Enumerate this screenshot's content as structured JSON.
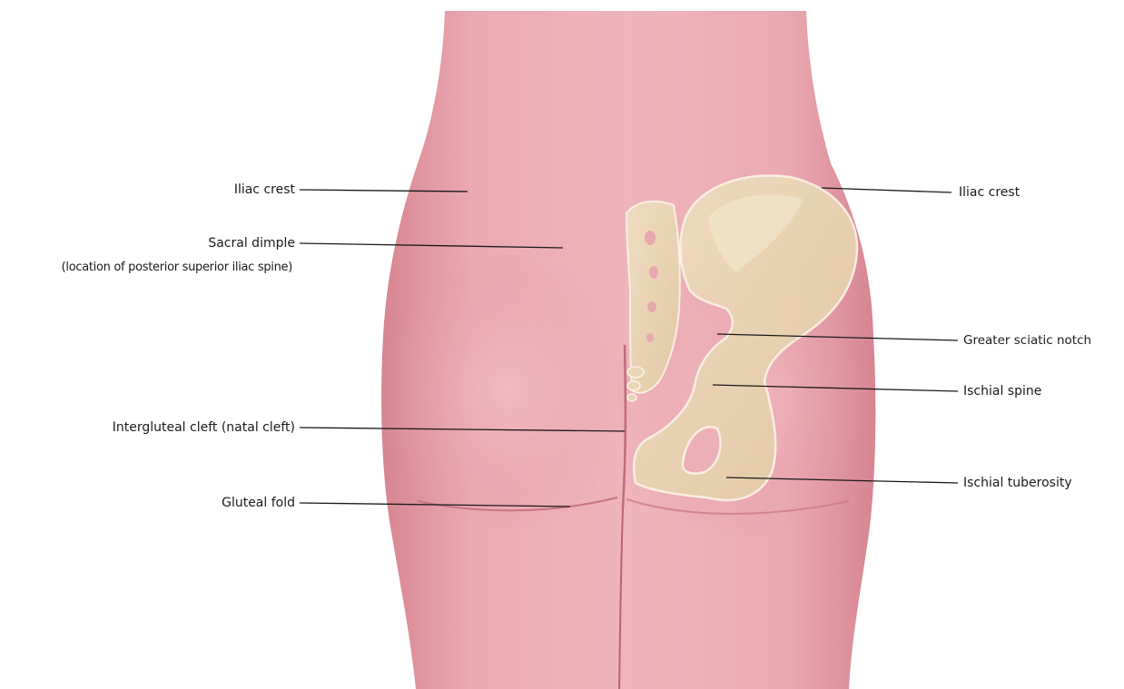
{
  "colors": {
    "background": "#ffffff",
    "skin": "#e8a2aa",
    "skin_shadow": "#d9838f",
    "bone": "#e9d6b4",
    "bone_outline": "#fbf3e4",
    "leader_line": "#1a1a1a",
    "text": "#1a1a1a"
  },
  "labels": {
    "iliac_crest_left": "Iliac crest",
    "sacral_dimple": "Sacral dimple",
    "sacral_dimple_note": "(location of posterior superior iliac spine)",
    "intergluteal_cleft": "Intergluteal cleft (natal cleft)",
    "gluteal_fold": "Gluteal fold",
    "iliac_crest_right": "Iliac crest",
    "greater_sciatic_notch": "Greater sciatic notch",
    "ischial_spine": "Ischial spine",
    "ischial_tuberosity": "Ischial tuberosity"
  }
}
